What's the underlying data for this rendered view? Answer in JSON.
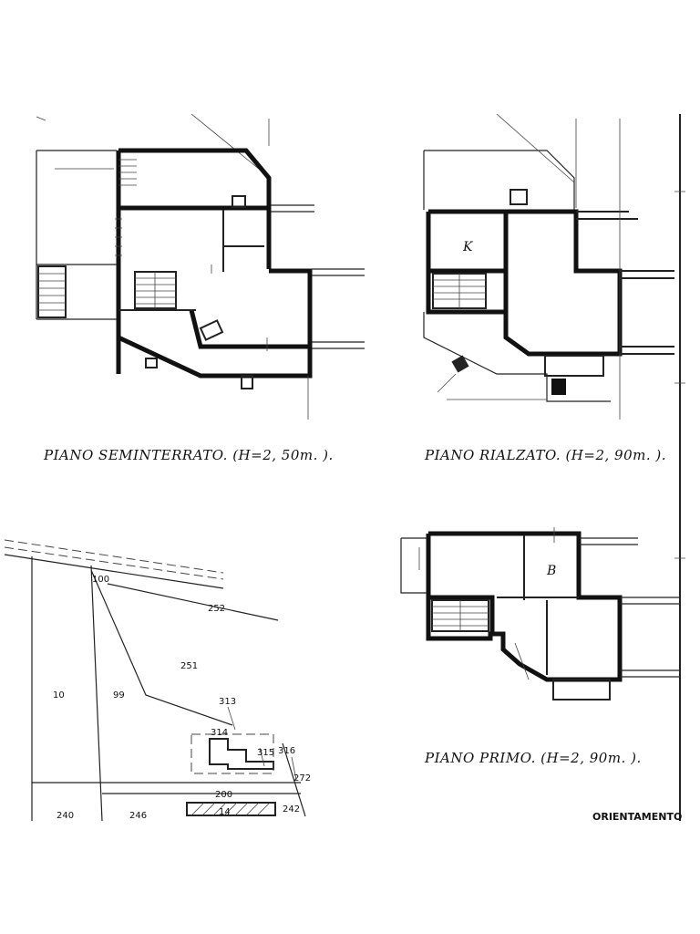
{
  "plans": {
    "seminterrato": {
      "caption": "PIANO SEMINTERRATO. (H=2, 50m. )."
    },
    "rialzato": {
      "caption": "PIANO RIALZATO. (H=2, 90m. ).",
      "room_label": "K"
    },
    "primo": {
      "caption": "PIANO PRIMO. (H=2, 90m. ).",
      "room_label": "B"
    }
  },
  "cadastral_map": {
    "parcels": [
      "100",
      "252",
      "251",
      "10",
      "99",
      "313",
      "314",
      "315",
      "316",
      "272",
      "200",
      "240",
      "246",
      "14",
      "242"
    ]
  },
  "orientation": {
    "label": "ORIENTAMENTO"
  }
}
